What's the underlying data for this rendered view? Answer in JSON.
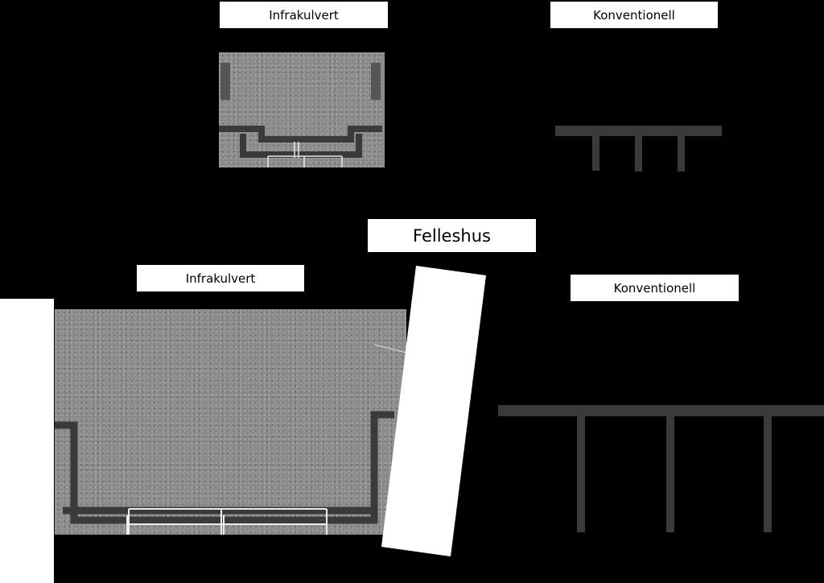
{
  "labels": {
    "top_infra": "Infrakulvert",
    "top_conv": "Konventionell",
    "felleshus": "Felleshus",
    "bottom_infra": "Infrakulvert",
    "bottom_conv": "Konventionell"
  },
  "colors": {
    "background": "#000000",
    "concrete": "#8a8a8a",
    "pipe": "#3a3a3a",
    "rail": "#e6e6e6",
    "label_bg": "#ffffff"
  }
}
